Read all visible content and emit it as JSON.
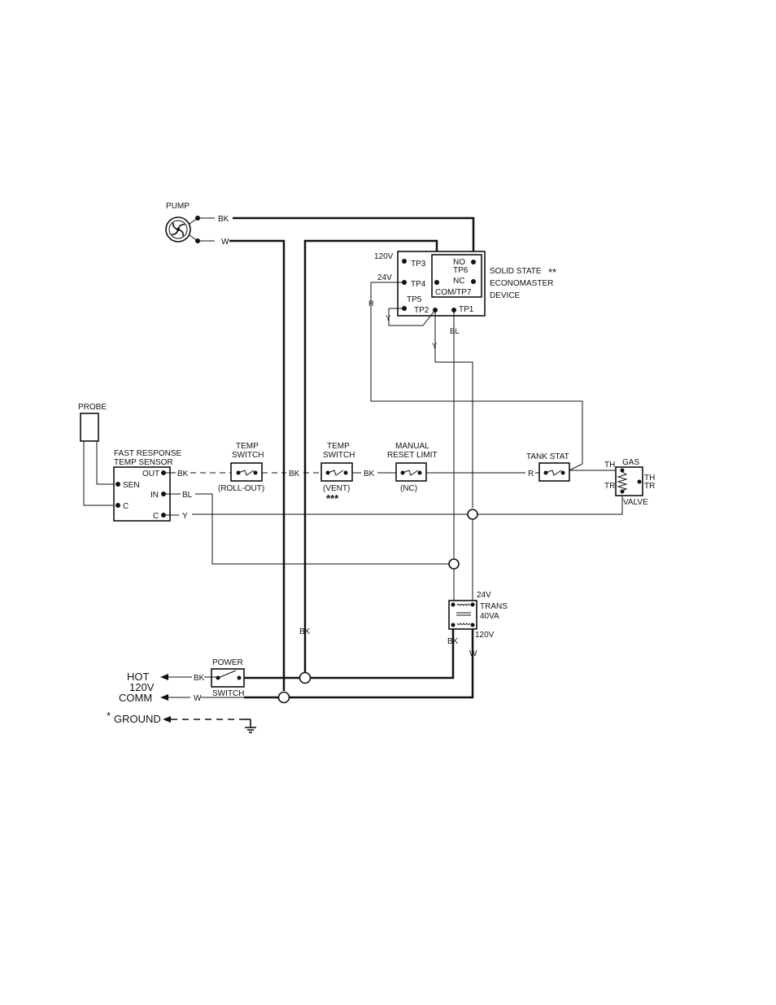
{
  "pump": {
    "label": "PUMP",
    "bk": "BK",
    "w": "W"
  },
  "economaster": {
    "v120": "120V",
    "v24": "24V",
    "tp3": "TP3",
    "tp4": "TP4",
    "tp5": "TP5",
    "tp2": "TP2",
    "tp1": "TP1",
    "no": "NO",
    "tp6": "TP6",
    "nc": "NC",
    "com_tp7": "COM/TP7",
    "title1": "SOLID STATE",
    "stars": "**",
    "title2": "ECONOMASTER",
    "title3": "DEVICE",
    "r": "R",
    "y": "Y",
    "bl": "BL",
    "y2": "Y"
  },
  "probe": {
    "label": "PROBE"
  },
  "sensor": {
    "title1": "FAST RESPONSE",
    "title2": "TEMP SENSOR",
    "out": "OUT",
    "sen": "SEN",
    "in": "IN",
    "c_left": "C",
    "c_right": "C",
    "bk": "BK",
    "bl": "BL",
    "y": "Y"
  },
  "rollout": {
    "title1": "TEMP",
    "title2": "SWITCH",
    "sub": "(ROLL-OUT)",
    "bk": "BK"
  },
  "vent": {
    "title1": "TEMP",
    "title2": "SWITCH",
    "sub": "(VENT)",
    "stars": "***",
    "bk": "BK"
  },
  "manual": {
    "title1": "MANUAL",
    "title2": "RESET LIMIT",
    "sub": "(NC)"
  },
  "tankstat": {
    "label": "TANK STAT",
    "r": "R"
  },
  "gasvalve": {
    "gas": "GAS",
    "valve": "VALVE",
    "th_l": "TH",
    "tr_l": "TR",
    "th_r": "TH",
    "tr_r": "TR"
  },
  "trans": {
    "v24": "24V",
    "name": "TRANS",
    "rating": "40VA",
    "v120": "120V",
    "bk": "BK",
    "w": "W"
  },
  "wires": {
    "bk_vertical": "BK"
  },
  "power": {
    "title": "POWER",
    "sub": "SWITCH",
    "bk": "BK",
    "w": "W"
  },
  "supply": {
    "hot": "HOT",
    "v120": "120V",
    "comm": "COMM",
    "ground_star": "*",
    "ground": "GROUND"
  }
}
